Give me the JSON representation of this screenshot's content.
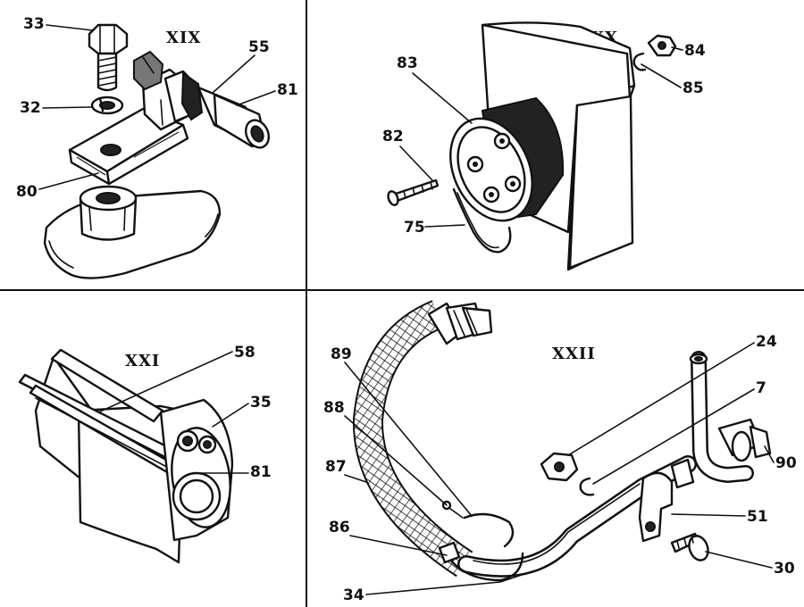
{
  "panels": [
    {
      "title": "XIX",
      "labels": [
        "33",
        "55",
        "81",
        "32",
        "80"
      ]
    },
    {
      "title": "XX",
      "labels": [
        "84",
        "83",
        "85",
        "82",
        "75"
      ]
    },
    {
      "title": "XXI",
      "labels": [
        "58",
        "35",
        "81"
      ]
    },
    {
      "title": "XXII",
      "labels": [
        "24",
        "89",
        "7",
        "88",
        "90",
        "87",
        "51",
        "86",
        "30",
        "34"
      ]
    }
  ]
}
